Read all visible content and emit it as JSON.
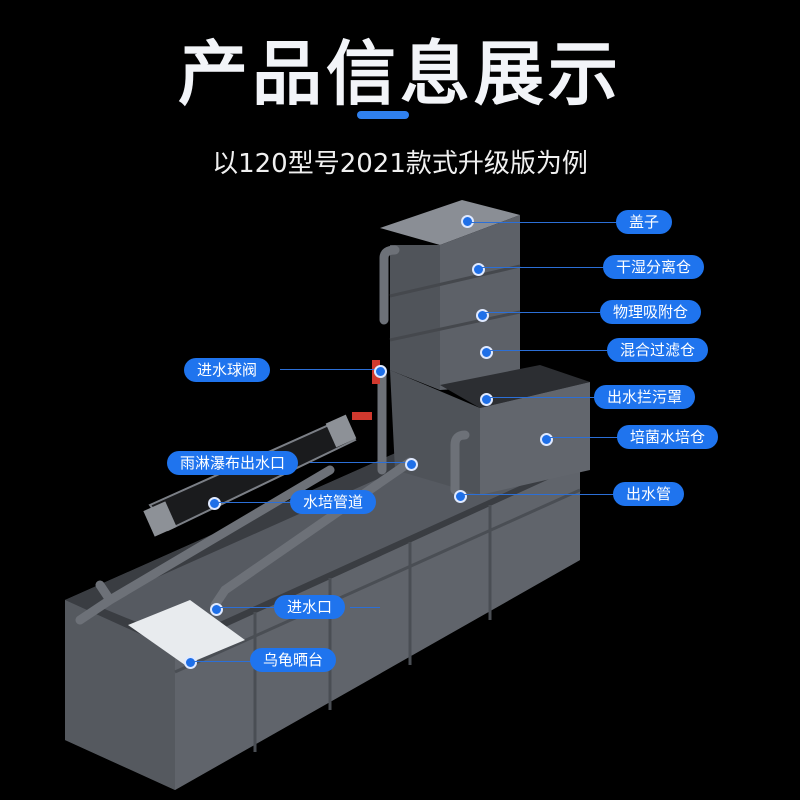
{
  "header": {
    "title": "产品信息展示",
    "accent_color": "#2f80ee",
    "subtitle": "以120型号2021款式升级版为例"
  },
  "product": {
    "name": "turtle tank filtration system",
    "colors": {
      "plastic": "#5d6168",
      "pipe": "#6d7178",
      "valve": "#d0392e",
      "platform": "#e9ecef"
    }
  },
  "callouts": [
    {
      "label": "盖子",
      "side": "right"
    },
    {
      "label": "干湿分离仓",
      "side": "right"
    },
    {
      "label": "物理吸附仓",
      "side": "right"
    },
    {
      "label": "混合过滤仓",
      "side": "right"
    },
    {
      "label": "出水拦污罩",
      "side": "right"
    },
    {
      "label": "培菌水培仓",
      "side": "right"
    },
    {
      "label": "出水管",
      "side": "right"
    },
    {
      "label": "进水球阀",
      "side": "left"
    },
    {
      "label": "雨淋瀑布出水口",
      "side": "left"
    },
    {
      "label": "水培管道",
      "side": "left"
    },
    {
      "label": "进水口",
      "side": "left"
    },
    {
      "label": "乌龟晒台",
      "side": "left"
    }
  ]
}
